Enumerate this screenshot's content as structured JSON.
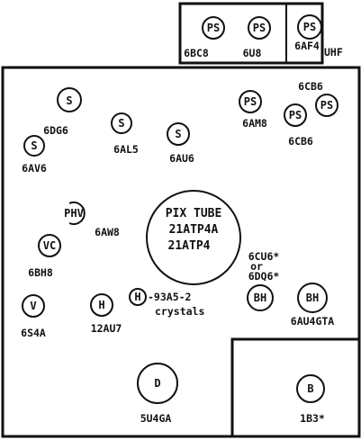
{
  "uhf_box": {
    "label": "UHF",
    "tubes": [
      {
        "code": "PS",
        "name": "6BC8"
      },
      {
        "code": "PS",
        "name": "6U8"
      },
      {
        "code": "PS",
        "name": "6AF4"
      }
    ]
  },
  "chassis": {
    "tubes": [
      {
        "code": "S",
        "name": "6DG6"
      },
      {
        "code": "S",
        "name": "6AL5"
      },
      {
        "code": "S",
        "name": "6AV6"
      },
      {
        "code": "S",
        "name": "6AU6"
      },
      {
        "code": "PS",
        "name": "6AM8"
      },
      {
        "code": "PS",
        "name": "6CB6"
      },
      {
        "code": "PS",
        "name": ""
      },
      {
        "code": "PHV",
        "name": "6AW8"
      },
      {
        "code": "VC",
        "name": "6BH8"
      },
      {
        "code": "V",
        "name": "6S4A"
      },
      {
        "code": "H",
        "name": "12AU7"
      },
      {
        "code": "BH",
        "name": "6AU4GTA"
      },
      {
        "code": "D",
        "name": "5U4GA"
      },
      {
        "code": "B",
        "name": "1B3*"
      }
    ],
    "extra_labels": {
      "cb6_top": "6CB6",
      "cu6_line1": "6CU6*",
      "cu6_line2": "or",
      "cu6_line3": "6DQ6*"
    },
    "crystals": {
      "code": "H",
      "line1": "-93A5-2",
      "line2": "crystals"
    },
    "bh_center_code": "BH",
    "picture_tube": {
      "line1": "PIX TUBE",
      "line2": "21ATP4A",
      "line3": "21ATP4"
    }
  }
}
